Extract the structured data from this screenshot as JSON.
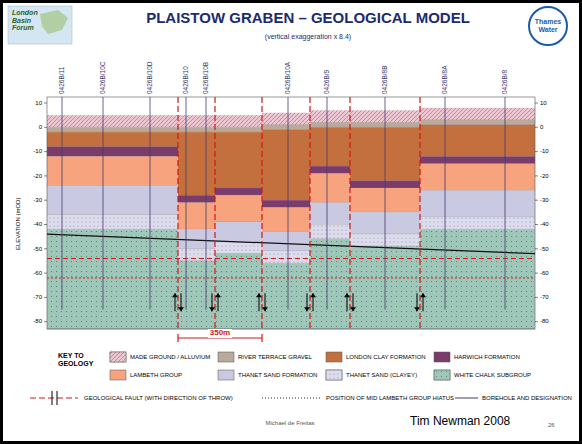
{
  "diagram": {
    "title": "PLAISTOW GRABEN – GEOLOGICAL MODEL",
    "labels": [
      "London Basin Forum",
      "(vertical exaggeration x 8.4)",
      "Thames Water",
      "0426B/11",
      "0426B/10C",
      "0426B/10D",
      "0426B/10",
      "0426B/10B",
      "0426B/10A",
      "0426B/9",
      "0426B/8B",
      "0426B/8A",
      "0426B/8",
      "10",
      "0",
      "-10",
      "-20",
      "-30",
      "-40",
      "-50",
      "-60",
      "-70",
      "-80",
      "10",
      "0",
      "-10",
      "-20",
      "-30",
      "-40",
      "-50",
      "-60",
      "-70",
      "-80",
      "ELEVATION (mOD)",
      "350m",
      "KEY TO GEOLOGY",
      "Michael de Freitas",
      "Tim Newman 2008",
      "26"
    ],
    "legend": [
      {
        "text": "MADE GROUND / ALLUVIUM",
        "color": "#ecc7d2"
      },
      {
        "text": "RIVER TERRACE GRAVEL",
        "color": "#b9aa9c"
      },
      {
        "text": "LONDON CLAY FORMATION",
        "color": "#c4703e"
      },
      {
        "text": "HARWICH FORMATION",
        "color": "#7b3b6b"
      },
      {
        "text": "LAMBETH GROUP",
        "color": "#f6a37e"
      },
      {
        "text": "THANET SAND FORMATION",
        "color": "#c9c9e2"
      },
      {
        "text": "THANET SAND (CLAYEY)",
        "color": "#dcdcec"
      },
      {
        "text": "WHITE CHALK SUBGROUP",
        "color": "#9fc7b9"
      },
      {
        "text": "GEOLOGICAL FAULT (WITH DIRECTION OF THROW)"
      },
      {
        "text": "POSITION OF MID LAMBETH GROUP HIATUS"
      },
      {
        "text": "BOREHOLE AND DESIGNATION"
      }
    ]
  }
}
